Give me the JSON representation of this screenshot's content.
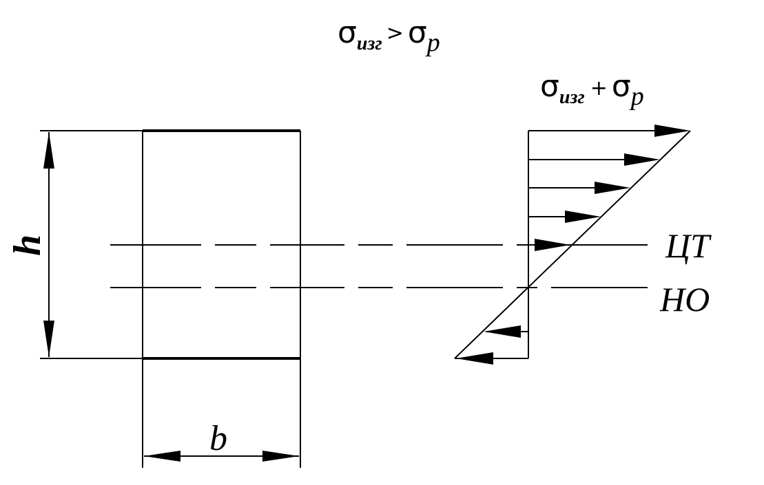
{
  "condition": {
    "sigma": "σ",
    "sub1": "изг",
    "op": ">",
    "sub2": "p"
  },
  "sum_label": {
    "sigma": "σ",
    "sub1": "изг",
    "op": "+",
    "sub2": "p"
  },
  "labels": {
    "height": "h",
    "width": "b",
    "centroid_axis": "ЦТ",
    "neutral_axis": "НО"
  }
}
